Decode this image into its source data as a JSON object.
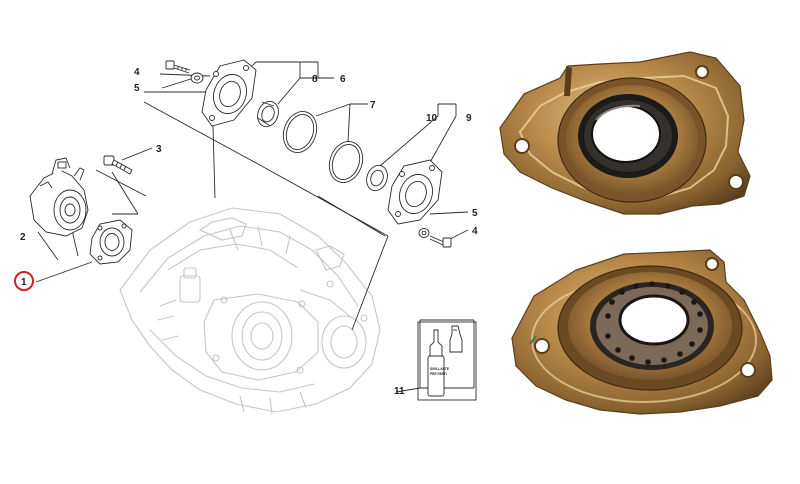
{
  "callouts": {
    "n1": "1",
    "n2": "2",
    "n3": "3",
    "n4a": "4",
    "n4b": "4",
    "n5a": "5",
    "n5b": "5",
    "n6": "6",
    "n7": "7",
    "n8": "8",
    "n9": "9",
    "n10": "10",
    "n11": "11"
  },
  "bottle_label": {
    "line1": "SIGILLANTE",
    "line2": "PER PARTI"
  },
  "colors": {
    "highlight_ring": "#d0202a",
    "line_art": "#2b2b2b",
    "ghost_art": "#c9c9c9",
    "brass": "#b98a4a",
    "brass_dark": "#6b4a22"
  }
}
